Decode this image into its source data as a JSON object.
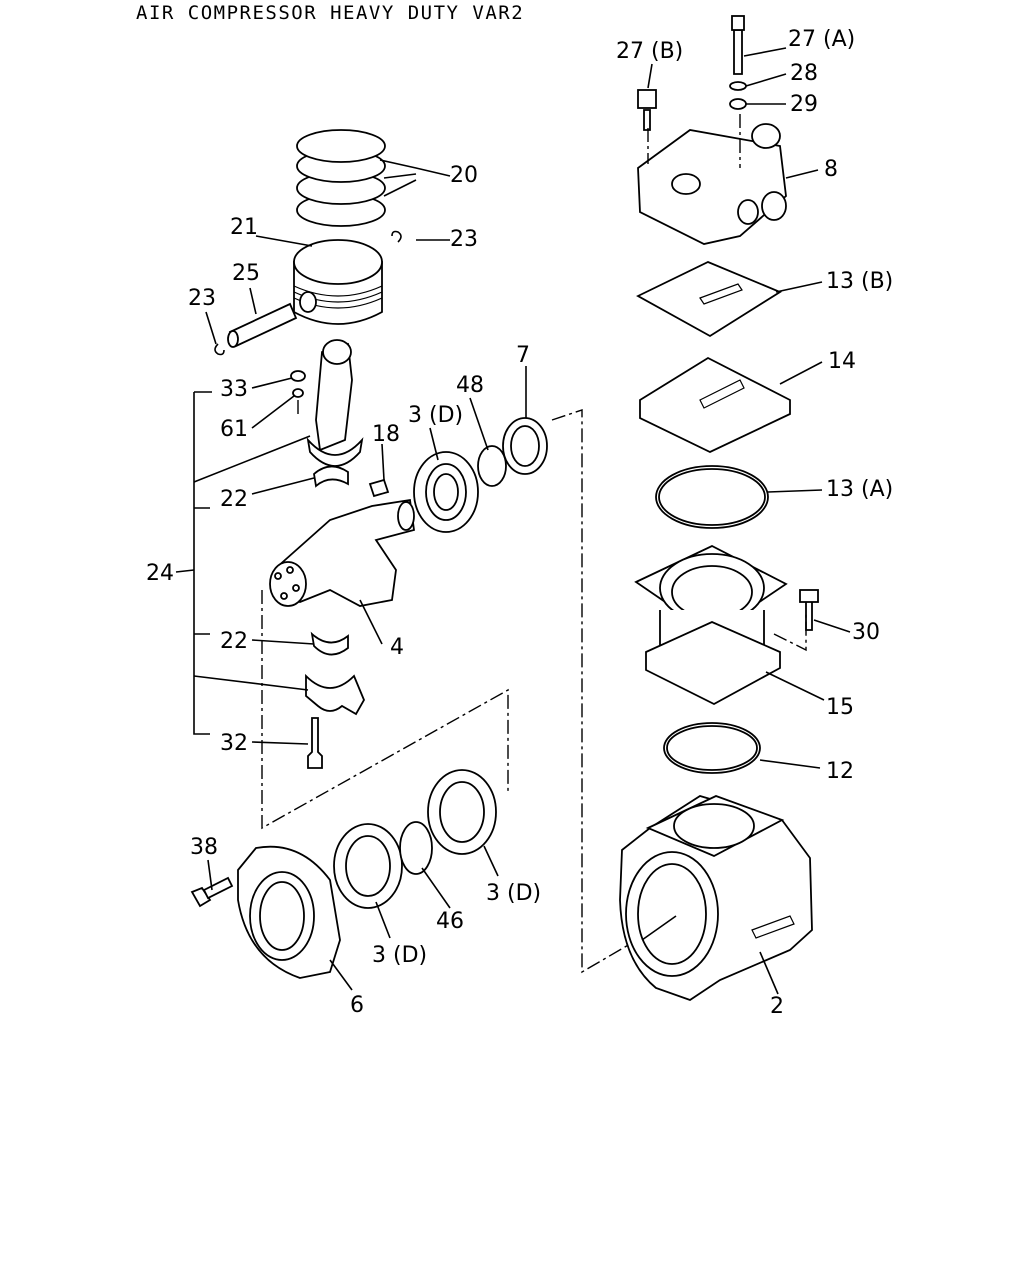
{
  "title": "AIR COMPRESSOR HEAVY DUTY VAR2",
  "callouts": {
    "p20": "20",
    "p21": "21",
    "p23a": "23",
    "p23b": "23",
    "p25": "25",
    "p33": "33",
    "p61": "61",
    "p22a": "22",
    "p22b": "22",
    "p24": "24",
    "p32": "32",
    "p18": "18",
    "p4": "4",
    "p3d_top": "3 (D)",
    "p48": "48",
    "p7": "7",
    "p27b": "27 (B)",
    "p27a": "27 (A)",
    "p28": "28",
    "p29": "29",
    "p8": "8",
    "p13b": "13 (B)",
    "p14": "14",
    "p13a": "13 (A)",
    "p30": "30",
    "p15": "15",
    "p12": "12",
    "p38": "38",
    "p3d_mid": "3 (D)",
    "p46": "46",
    "p3d_right": "3 (D)",
    "p6": "6",
    "p2": "2"
  }
}
